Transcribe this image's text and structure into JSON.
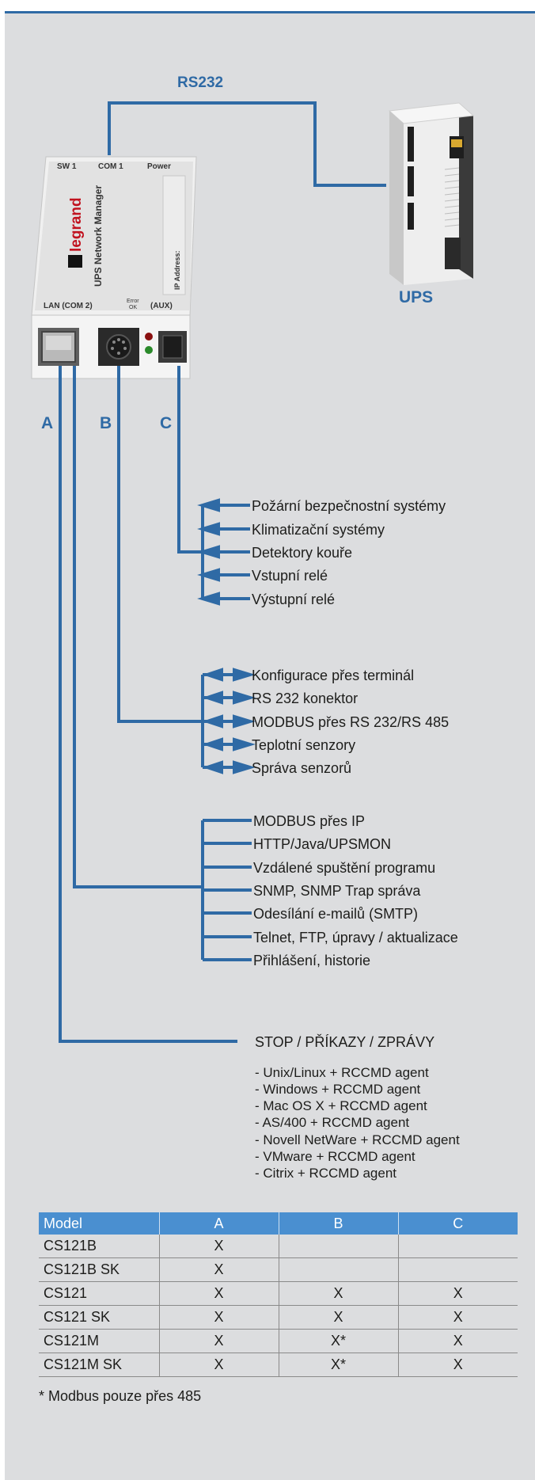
{
  "header": {
    "rs232": "RS232",
    "ups": "UPS"
  },
  "device": {
    "top_labels": [
      "SW 1",
      "COM 1",
      "Power"
    ],
    "brand": "legrand",
    "product": "UPS Network Manager",
    "ip_label": "IP Address:",
    "bottom_labels": [
      "LAN (COM 2)",
      "Error",
      "OK",
      "(AUX)"
    ]
  },
  "ports": {
    "a": "A",
    "b": "B",
    "c": "C"
  },
  "group_c": [
    "Požární bezpečnostní systémy",
    "Klimatizační systémy",
    "Detektory kouře",
    "Vstupní relé",
    "Výstupní relé"
  ],
  "group_b": [
    "Konfigurace přes terminál",
    "RS 232 konektor",
    "MODBUS přes RS 232/RS 485",
    "Teplotní senzory",
    "Správa senzorů"
  ],
  "group_a": [
    "MODBUS přes IP",
    "HTTP/Java/UPSMON",
    "Vzdálené spuštění programu",
    "SNMP, SNMP Trap správa",
    "Odesílání e-mailů (SMTP)",
    "Telnet, FTP, úpravy / aktualizace",
    "Přihlášení, historie"
  ],
  "group_stop": {
    "title": "STOP / PŘÍKAZY / ZPRÁVY",
    "items": [
      "- Unix/Linux + RCCMD agent",
      "- Windows + RCCMD agent",
      "- Mac OS X + RCCMD agent",
      "- AS/400 + RCCMD agent",
      "- Novell NetWare + RCCMD agent",
      "- VMware + RCCMD agent",
      "- Citrix + RCCMD agent"
    ]
  },
  "table": {
    "headers": [
      "Model",
      "A",
      "B",
      "C"
    ],
    "rows": [
      [
        "CS121B",
        "X",
        "",
        ""
      ],
      [
        "CS121B SK",
        "X",
        "",
        ""
      ],
      [
        "CS121",
        "X",
        "X",
        "X"
      ],
      [
        "CS121 SK",
        "X",
        "X",
        "X"
      ],
      [
        "CS121M",
        "X",
        "X*",
        "X"
      ],
      [
        "CS121M SK",
        "X",
        "X*",
        "X"
      ]
    ]
  },
  "footnote": "* Modbus pouze přes 485",
  "colors": {
    "line": "#2f6aa5",
    "header_bg": "#4a8fd0",
    "panel": "#dcdddf"
  }
}
